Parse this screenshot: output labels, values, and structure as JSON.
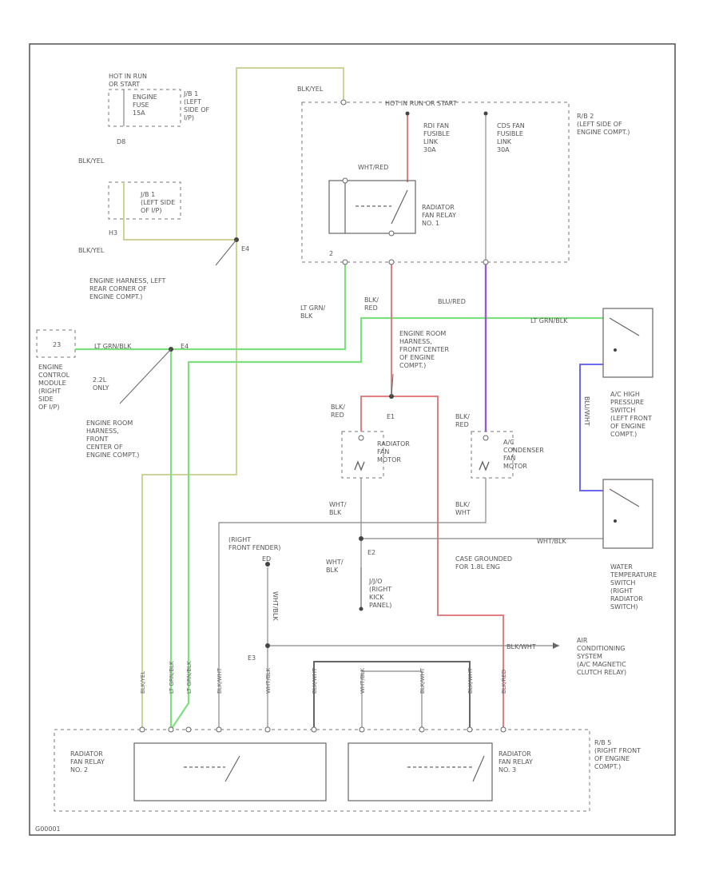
{
  "colors": {
    "green": "#7ee07e",
    "yellow_green": "#cfd39a",
    "red": "#e08080",
    "purple": "#9a5ad2",
    "blue": "#6a6aee",
    "wire_gray": "#8a8a8a"
  },
  "labels": {
    "hot_in_run": "HOT IN RUN\nOR START",
    "engine_fuse": "ENGINE\nFUSE\n15A",
    "jb1_top": "J/B 1\n(LEFT\nSIDE OF\nI/P)",
    "d8": "D8",
    "blk_yel_1": "BLK/YEL",
    "jb1_bottom": "J/B 1\n(LEFT SIDE\nOF I/P)",
    "h3": "H3",
    "blk_yel_2": "BLK/YEL",
    "e4_top": "E4",
    "engine_harness": "ENGINE HARNESS, LEFT\nREAR CORNER OF\nENGINE COMPT.)",
    "blk_yel_top": "BLK/YEL",
    "hot_at_all_times": "HOT IN RUN OR START",
    "rdi_fan_link": "RDI FAN\nFUSIBLE\nLINK\n30A",
    "cds_fan_link": "CDS FAN\nFUSIBLE\nLINK\n30A",
    "rb2": "R/B 2\n(LEFT SIDE OF\nENGINE COMPT.)",
    "wht_red": "WHT/RED",
    "radiator_fan_relay_1": "RADIATOR\nFAN RELAY\nNO. 1",
    "terminal_2": "2",
    "lt_grn_blk": "LT GRN/\nBLK",
    "blk_red_1": "BLK/\nRED",
    "blu_red": "BLU/RED",
    "lt_grn_blk_right": "LT GRN/BLK",
    "engine_control_module": "ENGINE\nCONTROL\nMODULE\n(RIGHT\nSIDE\nOF I/P)",
    "ecm_pin": "23",
    "lt_grn_blk_left": "LT GRN/BLK",
    "e4_left": "E4",
    "only_22l": "2.2L\nONLY",
    "engine_room_harness_center": "ENGINE ROOM\nHARNESS,\nFRONT CENTER\nOF ENGINE\nCOMPT.)",
    "engine_room_harness_left": "ENGINE ROOM\nHARNESS,\nFRONT\nCENTER OF\nENGINE COMPT.)",
    "ac_high_pressure": "A/C HIGH\nPRESSURE\nSWITCH\n(LEFT FRONT\nOF ENGINE\nCOMPT.)",
    "blu_wht": "BLU/WHT",
    "blk_red_2": "BLK/\nRED",
    "e1": "E1",
    "radiator_fan_motor": "RADIATOR\nFAN\nMOTOR",
    "blk_red_3": "BLK/\nRED",
    "ac_condenser_fan_motor": "A/C\nCONDENSER\nFAN\nMOTOR",
    "wht_blk": "WHT/\nBLK",
    "blk_wht": "BLK/\nWHT",
    "right_front_fender": "(RIGHT\nFRONT FENDER)",
    "ed": "ED",
    "wht_blk_right": "WHT/BLK",
    "case_grounded": "CASE GROUNDED\nFOR 1.8L ENG",
    "water_temp_switch": "WATER\nTEMPERATURE\nSWITCH\n(RIGHT\nRADIATOR\nSWITCH)",
    "e2": "E2",
    "wht_blk_2": "WHT/\nBLK",
    "j_b_right_kick": "J/J/O\n(RIGHT\nKICK\nPANEL)",
    "wht_blk_vertical": "WHT/BLK",
    "e3": "E3",
    "blk_wht_arrow": "BLK/WHT",
    "ac_system": "AIR\nCONDITIONING\nSYSTEM\n(A/C MAGNETIC\nCLUTCH RELAY)",
    "radiator_fan_relay_2": "RADIATOR\nFAN RELAY\nNO. 2",
    "radiator_fan_relay_3": "RADIATOR\nFAN RELAY\nNO. 3",
    "rb5": "R/B 5\n(RIGHT FRONT\nOF ENGINE\nCOMPT.)",
    "bottom_wire_tags": [
      "BLK/YEL",
      "LT GRN/BLK",
      "LT GRN/BLK",
      "BLK/WHT",
      "WHT/BLK",
      "BLK/WHT",
      "WHT/BLK",
      "BLK/WHT",
      "BLK/WHT",
      "BLK/RED"
    ],
    "figure_code": "G00001"
  }
}
